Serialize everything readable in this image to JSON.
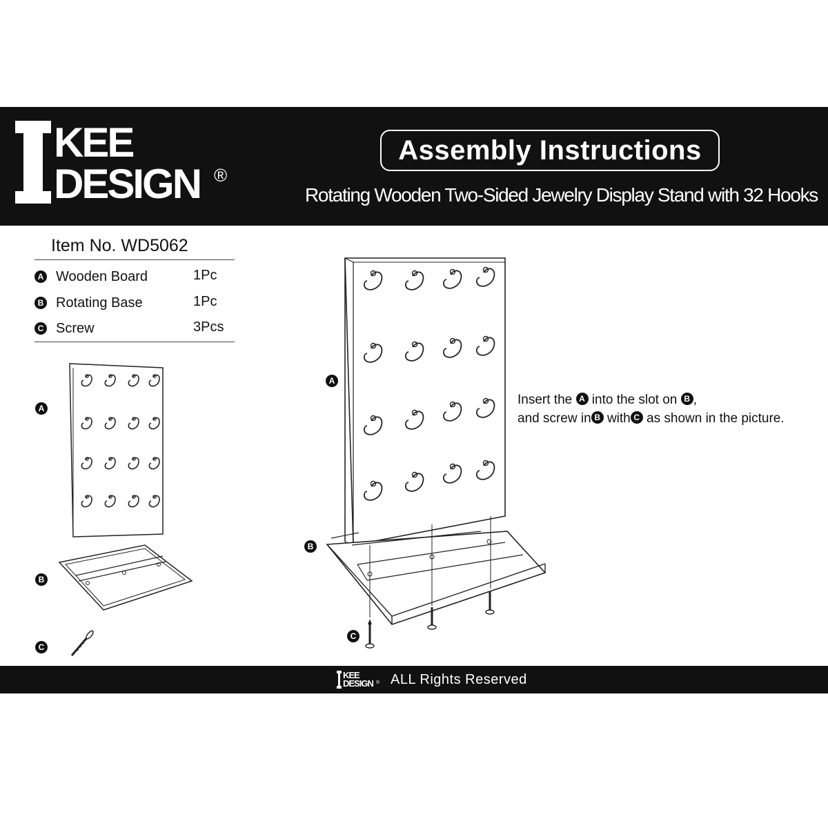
{
  "brand": {
    "line1": "KEE",
    "line2": "DESIGN",
    "big_letter": "I",
    "registered": "®"
  },
  "header": {
    "title": "Assembly Instructions",
    "subtitle": "Rotating Wooden Two-Sided Jewelry Display Stand with 32 Hooks"
  },
  "item_no": "Item No. WD5062",
  "parts": [
    {
      "letter": "A",
      "name": "Wooden Board",
      "qty": "1Pc"
    },
    {
      "letter": "B",
      "name": "Rotating Base",
      "qty": "1Pc"
    },
    {
      "letter": "C",
      "name": "Screw",
      "qty": "3Pcs"
    }
  ],
  "instructions": {
    "line1_before": "Insert the",
    "line1_ref1": "A",
    "line1_middle": "into the slot on",
    "line1_ref2": "B",
    "line1_end": ",",
    "line2_before": "and screw in",
    "line2_ref1": "B",
    "line2_middle": "with",
    "line2_ref2": "C",
    "line2_end": "as shown in the picture."
  },
  "footer": {
    "logo_line1": "KEE",
    "logo_line2": "DESIGN",
    "rights": "ALL Rights Reserved"
  },
  "colors": {
    "band": "#111111",
    "text": "#111111",
    "inverse": "#ffffff"
  }
}
